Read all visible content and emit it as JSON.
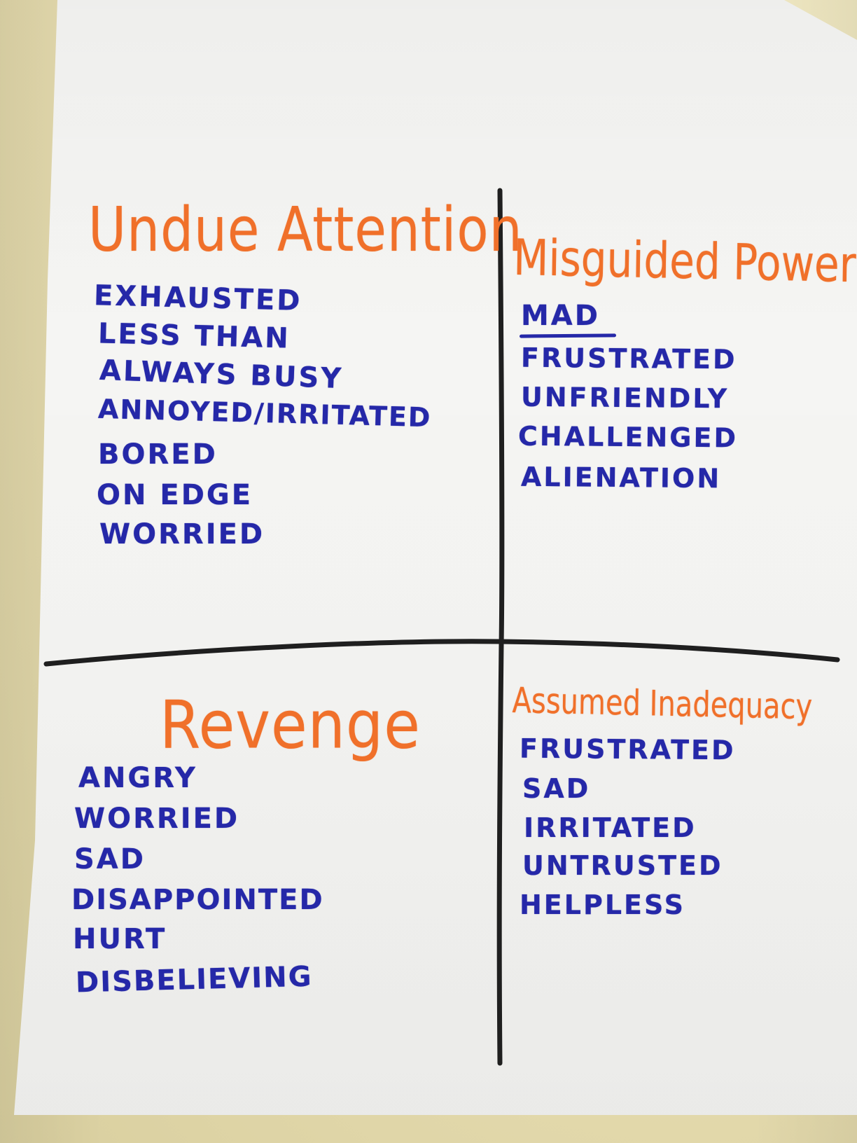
{
  "quadrants": {
    "top_left": {
      "heading": "Undue Attention",
      "items": [
        "EXHAUSTED",
        "LESS THAN",
        "ALWAYS BUSY",
        "ANNOYED/IRRITATED",
        "BORED",
        "ON EDGE",
        "WORRIED"
      ]
    },
    "top_right": {
      "heading": "Misguided Power",
      "items": [
        "MAD",
        "FRUSTRATED",
        "UNFRIENDLY",
        "CHALLENGED",
        "ALIENATION"
      ]
    },
    "bottom_left": {
      "heading": "Revenge",
      "items": [
        "ANGRY",
        "WORRIED",
        "SAD",
        "DISAPPOINTED",
        "HURT",
        "DISBELIEVING"
      ]
    },
    "bottom_right": {
      "heading": "Assumed Inadequacy",
      "items": [
        "FRUSTRATED",
        "SAD",
        "IRRITATED",
        "UNTRUSTED",
        "HELPLESS"
      ]
    }
  },
  "colors": {
    "heading": "#f0702a",
    "items": "#2528a8",
    "divider": "#1f1f1f",
    "paper": "#f4f4f2",
    "wall": "#e6dcb0"
  }
}
